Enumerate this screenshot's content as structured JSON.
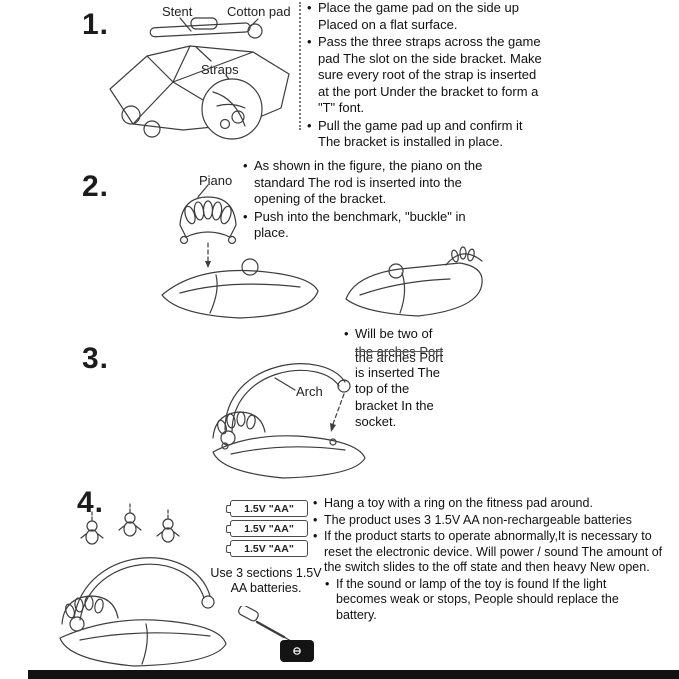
{
  "page": {
    "bg": "#ffffff",
    "ink": "#3d3d3d",
    "bar_color": "#121212"
  },
  "steps": {
    "s1": {
      "num": "1.",
      "label_stent": "Stent",
      "label_cotton": "Cotton pad",
      "label_straps": "Straps",
      "b1": "Place the game pad on the side up Placed on a flat surface.",
      "b2": "Pass the three straps across the game pad The slot on the side bracket. Make sure every root of the strap is inserted at the port Under the bracket to form a \"T\" font.",
      "b3": "Pull the game pad up and confirm it The bracket is installed in place."
    },
    "s2": {
      "num": "2.",
      "label_piano": "Piano",
      "b1": "As shown in the figure, the piano on the standard The rod is inserted into the opening of the bracket.",
      "b2": "Push into the benchmark, \"buckle\" in place."
    },
    "s3": {
      "num": "3.",
      "label_arch": "Arch",
      "lines": [
        "Will be two of",
        "the arches Port",
        "is inserted The",
        "top of the",
        "bracket In the",
        "socket."
      ],
      "overlap": "the arches Port"
    },
    "s4": {
      "num": "4.",
      "battery_label": "1.5V \"AA\"",
      "battery_note": "Use 3 sections 1.5V AA batteries.",
      "b1": "Hang a toy with a ring on the fitness pad around.",
      "b2": "The product uses 3 1.5V AA non-rechargeable batteries",
      "b3": "If the product starts to operate abnormally,It is necessary to reset the electronic device. Will power / sound The amount of the switch slides to the off state and then heavy New open.",
      "b4": "If the sound or lamp of the toy is found If the light becomes weak or stops, People should replace the battery."
    }
  }
}
